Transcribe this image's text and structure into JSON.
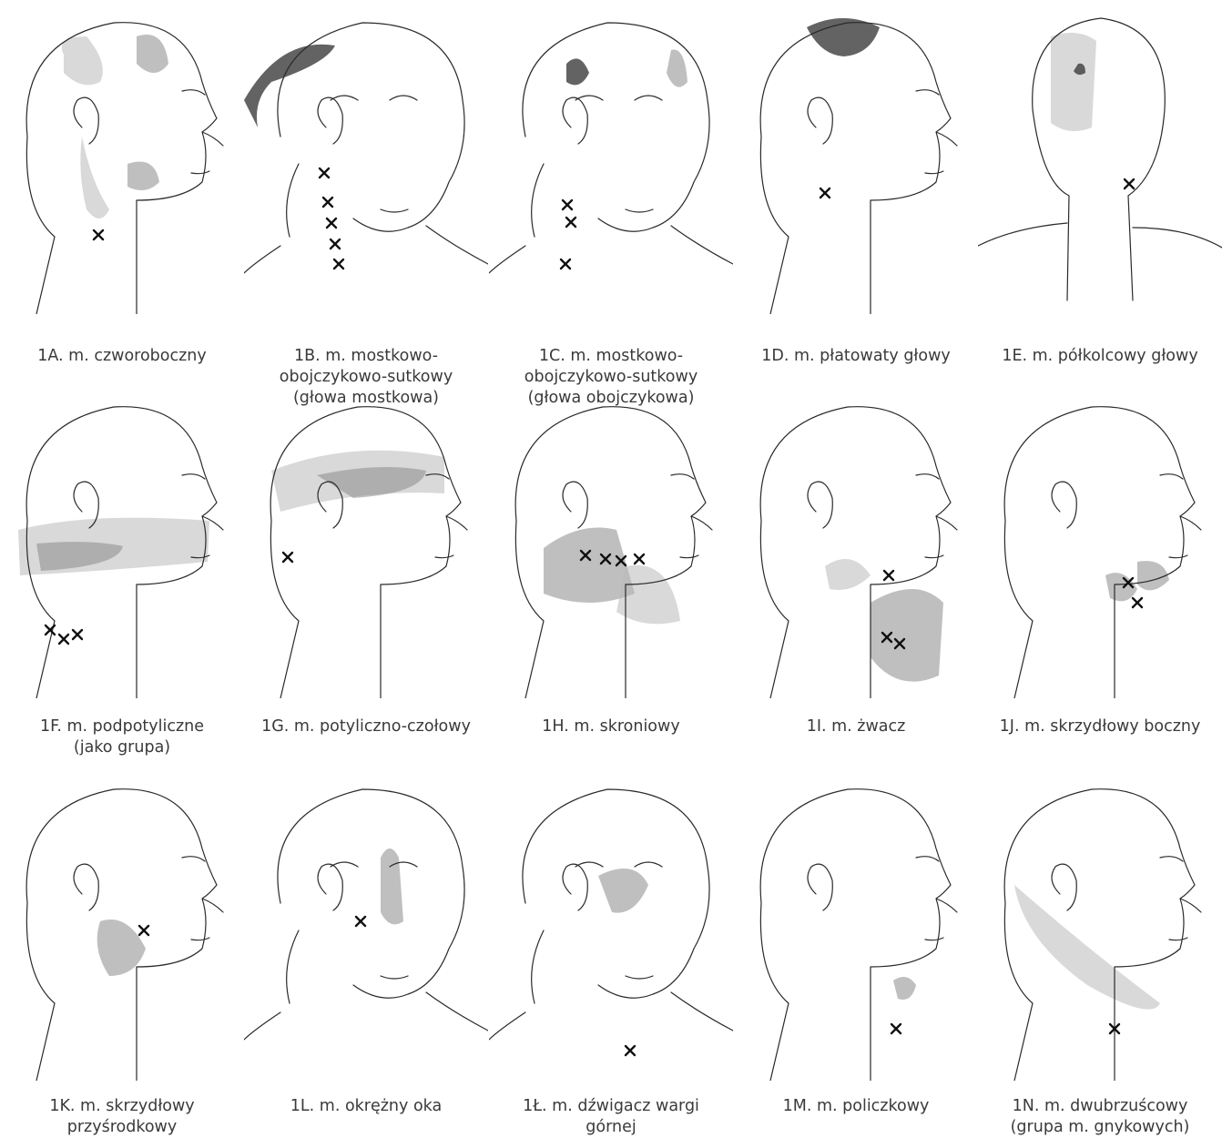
{
  "figures": [
    {
      "id": "1A",
      "caption": [
        "1A. m. czworoboczny"
      ],
      "view": "side",
      "trigger_points": 1
    },
    {
      "id": "1B",
      "caption": [
        "1B. m. mostkowo-",
        "obojczykowo-sutkowy",
        "(głowa mostkowa)"
      ],
      "view": "three-quarter",
      "trigger_points": 5
    },
    {
      "id": "1C",
      "caption": [
        "1C. m. mostkowo-",
        "obojczykowo-sutkowy",
        "(głowa obojczykowa)"
      ],
      "view": "three-quarter",
      "trigger_points": 3
    },
    {
      "id": "1D",
      "caption": [
        "1D. m. płatowaty głowy"
      ],
      "view": "side",
      "trigger_points": 1
    },
    {
      "id": "1E",
      "caption": [
        "1E. m. półkolcowy głowy"
      ],
      "view": "back",
      "trigger_points": 1
    },
    {
      "id": "1F",
      "caption": [
        "1F. m. podpotyliczne",
        "(jako grupa)"
      ],
      "view": "side",
      "trigger_points": 3
    },
    {
      "id": "1G",
      "caption": [
        "1G. m. potyliczno-czołowy"
      ],
      "view": "side",
      "trigger_points": 1
    },
    {
      "id": "1H",
      "caption": [
        "1H. m. skroniowy"
      ],
      "view": "side",
      "trigger_points": 4
    },
    {
      "id": "1I",
      "caption": [
        "1I. m. żwacz"
      ],
      "view": "side",
      "trigger_points": 3
    },
    {
      "id": "1J",
      "caption": [
        "1J. m. skrzydłowy boczny"
      ],
      "view": "side",
      "trigger_points": 2
    },
    {
      "id": "1K",
      "caption": [
        "1K. m. skrzydłowy",
        "przyśrodkowy"
      ],
      "view": "side",
      "trigger_points": 1
    },
    {
      "id": "1L",
      "caption": [
        "1L. m. okrężny oka"
      ],
      "view": "three-quarter",
      "trigger_points": 1
    },
    {
      "id": "1Ł",
      "caption": [
        "1Ł. m. dźwigacz wargi",
        "górnej"
      ],
      "view": "three-quarter",
      "trigger_points": 1
    },
    {
      "id": "1M",
      "caption": [
        "1M. m. policzkowy"
      ],
      "view": "side",
      "trigger_points": 1
    },
    {
      "id": "1N",
      "caption": [
        "1N. m. dwubrzuścowy",
        "(grupa m. gnykowych)"
      ],
      "view": "side",
      "trigger_points": 1
    }
  ],
  "colors": {
    "line": "#2a2a2a",
    "pain_zone": "#8a8a8a",
    "pain_core": "#3c3c3c",
    "marker": "#111111"
  }
}
